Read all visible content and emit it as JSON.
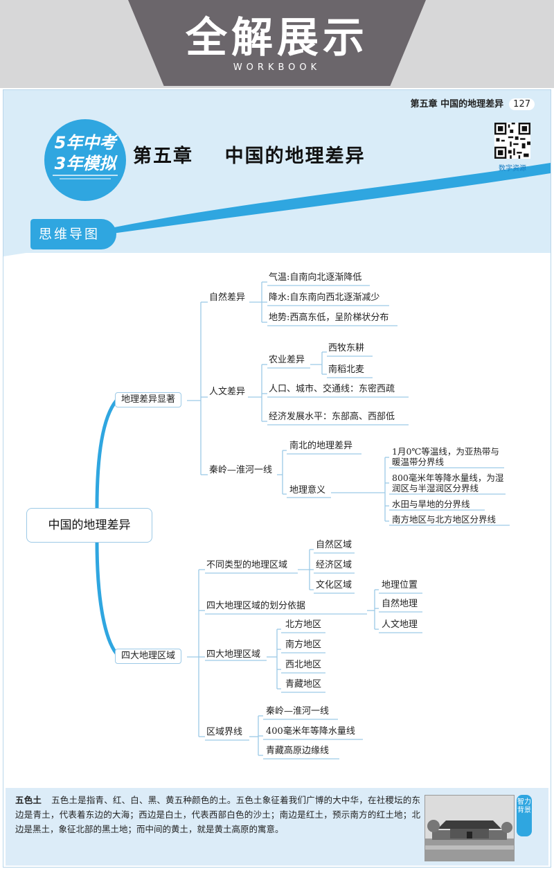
{
  "banner": {
    "title": "全解展示",
    "subtitle": "WORKBOOK"
  },
  "header": {
    "running_head": "第五章   中国的地理差异",
    "page_number": "127",
    "logo_line1": "5年中考",
    "logo_line2": "3年模拟",
    "chapter_title": "第五章    中国的地理差异",
    "qr_label": "数字资源"
  },
  "section_badge": "思维导图",
  "mindmap": {
    "root": "中国的地理差异",
    "b1": {
      "label": "地理差异显著",
      "natural": {
        "label": "自然差异",
        "items": [
          "气温:自南向北逐渐降低",
          "降水:自东南向西北逐渐减少",
          "地势:西高东低，呈阶梯状分布"
        ]
      },
      "human": {
        "label": "人文差异",
        "agri": {
          "label": "农业差异",
          "items": [
            "西牧东耕",
            "南稻北麦"
          ]
        },
        "items": [
          "人口、城市、交通线：东密西疏",
          "经济发展水平：东部高、西部低"
        ]
      },
      "qinling": {
        "label": "秦岭—淮河一线",
        "items": [
          "南北的地理差异",
          "地理意义"
        ],
        "meaning": [
          "1月0℃等温线，为亚热带与暖温带分界线",
          "800毫米年等降水量线，为湿润区与半湿润区分界线",
          "水田与旱地的分界线",
          "南方地区与北方地区分界线"
        ]
      }
    },
    "b2": {
      "label": "四大地理区域",
      "types": {
        "label": "不同类型的地理区域",
        "items": [
          "自然区域",
          "经济区域",
          "文化区域"
        ]
      },
      "basis": {
        "label": "四大地理区域的划分依据",
        "items": [
          "地理位置",
          "自然地理",
          "人文地理"
        ]
      },
      "four": {
        "label": "四大地理区域",
        "items": [
          "北方地区",
          "南方地区",
          "西北地区",
          "青藏地区"
        ]
      },
      "bounds": {
        "label": "区域界线",
        "items": [
          "秦岭—淮河一线",
          "400毫米年等降水量线",
          "青藏高原边缘线"
        ]
      }
    }
  },
  "bottom": {
    "term": "五色土",
    "text": "五色土是指青、红、白、黑、黄五种颜色的土。五色土象征着我们广博的大中华，在社稷坛的东边是青土，代表着东边的大海；西边是白土，代表西部白色的沙土；南边是红土，预示南方的红土地；北边是黑土，象征北部的黑土地；而中间的黄土，就是黄土高原的寓意。",
    "side_tab": "智力背景"
  },
  "colors": {
    "accent": "#2fa6e0",
    "line": "#9cc9e6",
    "band": "#d9ecf8"
  }
}
